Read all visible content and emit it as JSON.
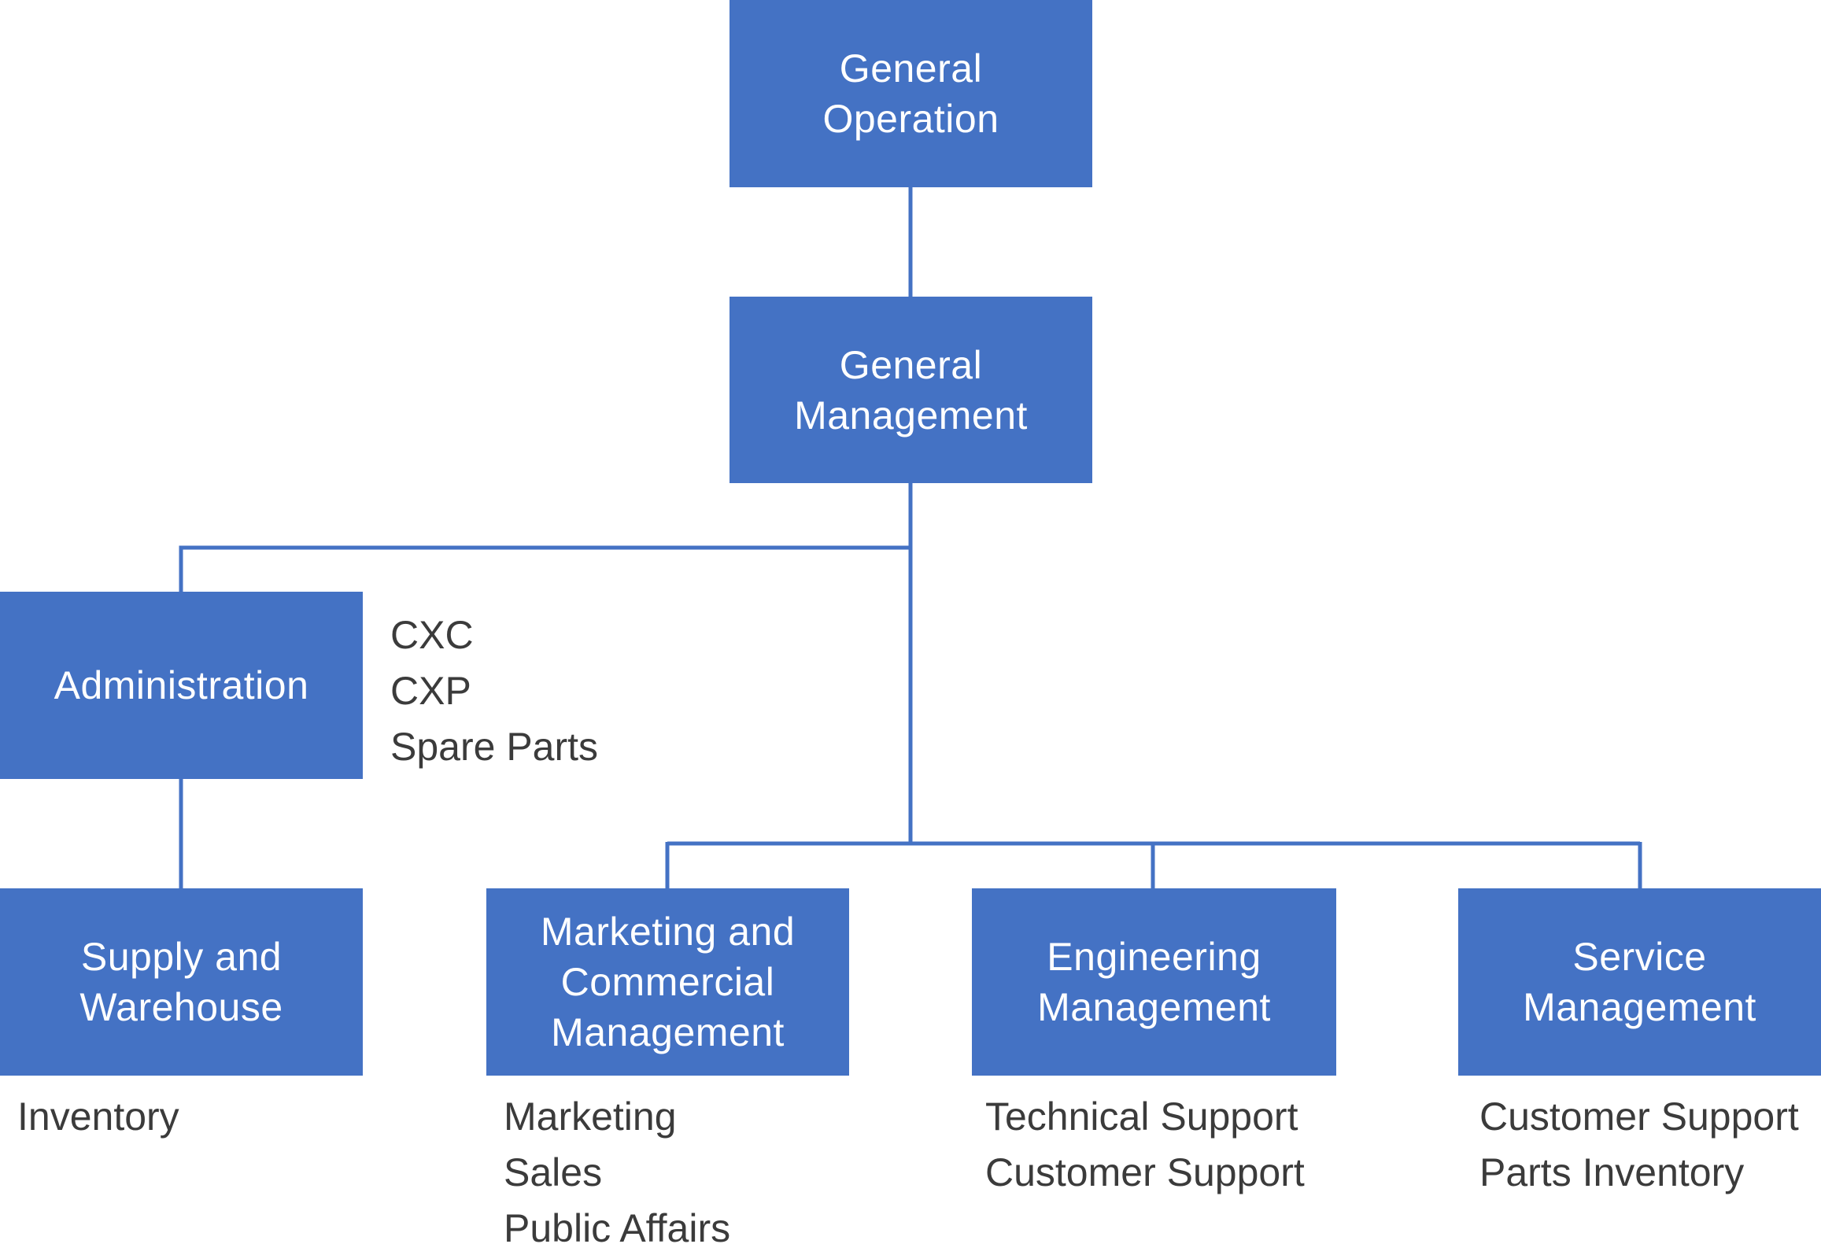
{
  "diagram": {
    "line_color": "#4472c4",
    "box_color": "#4472c4",
    "box_text_color": "#ffffff",
    "note_text_color": "#3b3b3b",
    "nodes": {
      "general_operation": {
        "label": "General\nOperation"
      },
      "general_management": {
        "label": "General\nManagement"
      },
      "administration": {
        "label": "Administration",
        "notes": [
          "CXC",
          "CXP",
          "Spare Parts"
        ]
      },
      "supply_warehouse": {
        "label": "Supply and\nWarehouse",
        "notes": [
          "Inventory"
        ]
      },
      "marketing_commercial": {
        "label": "Marketing and\nCommercial\nManagement",
        "notes": [
          "Marketing",
          "Sales",
          "Public Affairs"
        ]
      },
      "engineering": {
        "label": "Engineering\nManagement",
        "notes": [
          "Technical Support",
          "Customer Support"
        ]
      },
      "service": {
        "label": "Service\nManagement",
        "notes": [
          "Customer Support",
          "Parts Inventory"
        ]
      }
    },
    "edges": [
      {
        "from": "general_operation",
        "to": "general_management"
      },
      {
        "from": "general_management",
        "to": "administration"
      },
      {
        "from": "administration",
        "to": "supply_warehouse"
      },
      {
        "from": "general_management",
        "to": "marketing_commercial"
      },
      {
        "from": "general_management",
        "to": "engineering"
      },
      {
        "from": "general_management",
        "to": "service"
      }
    ]
  }
}
